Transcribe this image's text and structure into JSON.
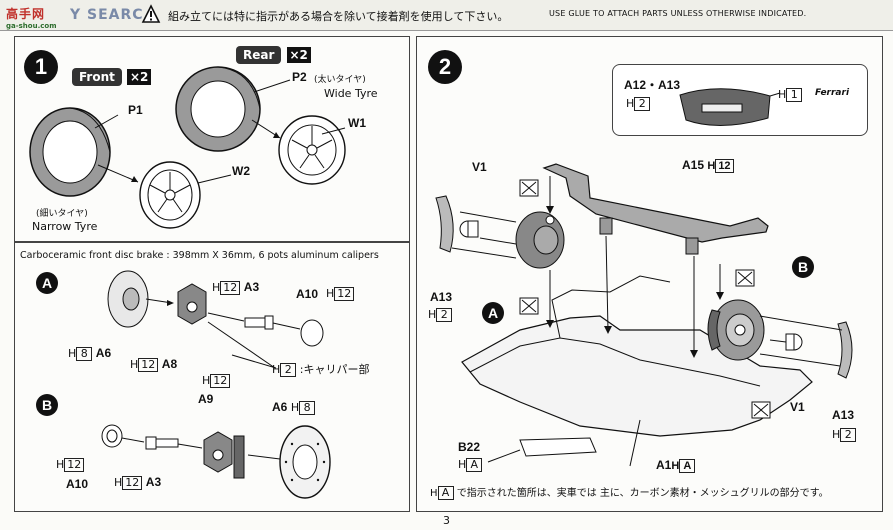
{
  "header": {
    "logo": "高手网",
    "logo_url": "ga-shou.com",
    "site_fragment": "Y SEARC",
    "note_jp": "組み立てには特に指示がある場合を除いて接着剤を使用して下さい。",
    "note_en": "USE GLUE TO ATTACH PARTS UNLESS OTHERWISE INDICATED."
  },
  "step1": {
    "number": "1",
    "front": {
      "tag": "Front",
      "qty": "×2"
    },
    "rear": {
      "tag": "Rear",
      "qty": "×2"
    },
    "p1": "P1",
    "p2": "P2",
    "p2_jp": "(太いタイヤ)",
    "p2_en": "Wide Tyre",
    "w1": "W1",
    "w2": "W2",
    "p1_jp": "(細いタイヤ)",
    "p1_en": "Narrow Tyre"
  },
  "brake": {
    "caption": "Carboceramic front disc brake : 398mm X 36mm, 6 pots aluminum calipers",
    "a_label": "A",
    "b_label": "B",
    "a_parts": {
      "h12_a3": "12",
      "a3": "A3",
      "a10": "A10",
      "h12_a10": "12",
      "h8_a6": "8",
      "a6": "A6",
      "h12_a8": "12",
      "a8": "A8",
      "h2": "2",
      "caliper": ":キャリパー部"
    },
    "b_parts": {
      "h12_a9": "12",
      "a9": "A9",
      "a6": "A6",
      "h8_a6": "8",
      "h12_a10": "12",
      "a10": "A10",
      "h12_a3": "12",
      "a3": "A3"
    }
  },
  "step2": {
    "number": "2",
    "inset_title": "A12・A13",
    "inset_h2": "2",
    "inset_h1": "1",
    "ferrari_text": "Ferrari",
    "a15": "A15",
    "a15_h": "12",
    "v1_left": "V1",
    "v1_right": "V1",
    "a13_left": "A13",
    "a13_left_h": "2",
    "a13_right": "A13",
    "a13_right_h": "2",
    "a_circle": "A",
    "b_circle": "B",
    "b22": "B22",
    "b22_h": "A",
    "a1": "A1",
    "a1_h": "A",
    "footnote_box": "A",
    "footnote": "で指示された箇所は、実車では 主に、カーボン素材・メッシュグリルの部分です。"
  },
  "page_number": "3"
}
